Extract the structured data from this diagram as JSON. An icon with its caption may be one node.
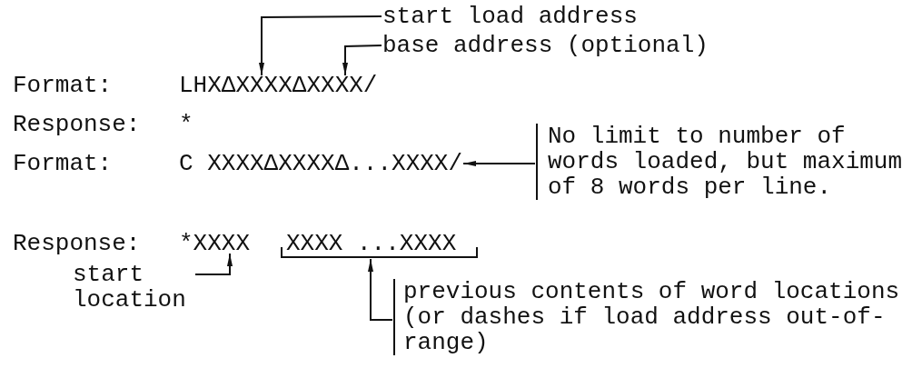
{
  "diagram": {
    "nodes": [
      {
        "text": [
          "start load address"
        ]
      },
      {
        "text": [
          "base address (optional)"
        ]
      },
      {
        "text": [
          "LHXΔXXXXΔXXXX/"
        ]
      },
      {
        "text": [
          "C XXXXΔXXXXΔ...XXXX/"
        ]
      },
      {
        "text": [
          "No limit to number of words loaded, but maximum of 8 words per line."
        ]
      },
      {
        "text": [
          "*XXXX"
        ]
      },
      {
        "text": [],
        "shape": "bracket"
      },
      {
        "text": [
          "start location"
        ]
      },
      {
        "text": [
          "previous contents of word locations (or dashes if load address out-of-range)"
        ]
      }
    ],
    "edges": [
      {
        "from": 0,
        "to": 2,
        "arrow": "to"
      },
      {
        "from": 1,
        "to": 2,
        "arrow": "to"
      },
      {
        "from": 4,
        "to": 3,
        "arrow": "to"
      },
      {
        "from": 7,
        "to": 5,
        "arrow": "to"
      },
      {
        "from": 8,
        "to": 6,
        "arrow": "to"
      }
    ],
    "labels": [
      "Format:",
      "Response:",
      "*",
      "Format:",
      "Response:",
      "XXXX ...XXXX"
    ]
  }
}
